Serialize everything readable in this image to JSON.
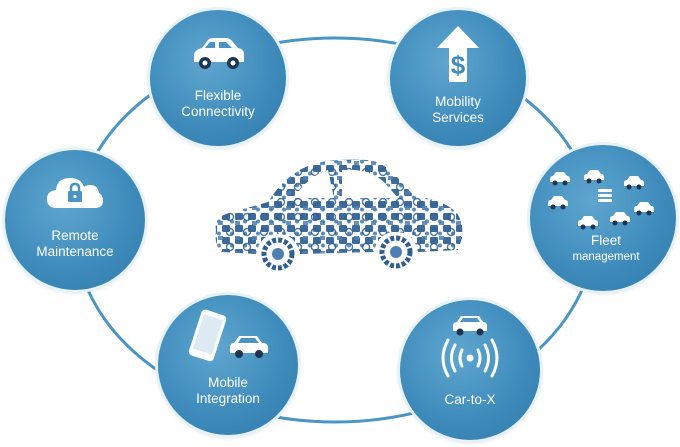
{
  "nodes": {
    "flexible_connectivity": {
      "line1": "Flexible",
      "line2": "Connectivity"
    },
    "mobility_services": {
      "line1": "Mobility",
      "line2": "Services"
    },
    "fleet_management": {
      "line1": "Fleet",
      "line2": "management"
    },
    "car_to_x": {
      "line1": "Car-to-X"
    },
    "mobile_integration": {
      "line1": "Mobile",
      "line2": "Integration"
    },
    "remote_maintenance": {
      "line1": "Remote",
      "line2": "Maintenance"
    }
  },
  "colors": {
    "node": "#3f8cbc",
    "ring": "#3f8cbc",
    "car_icons": "#3d6a98",
    "white": "#ffffff"
  },
  "icons": [
    "car-icon",
    "dollar-arrow-icon",
    "fleet-cars-icon",
    "signal-car-icon",
    "phone-car-icon",
    "cloud-lock-icon",
    "app-icons-car-graphic"
  ]
}
